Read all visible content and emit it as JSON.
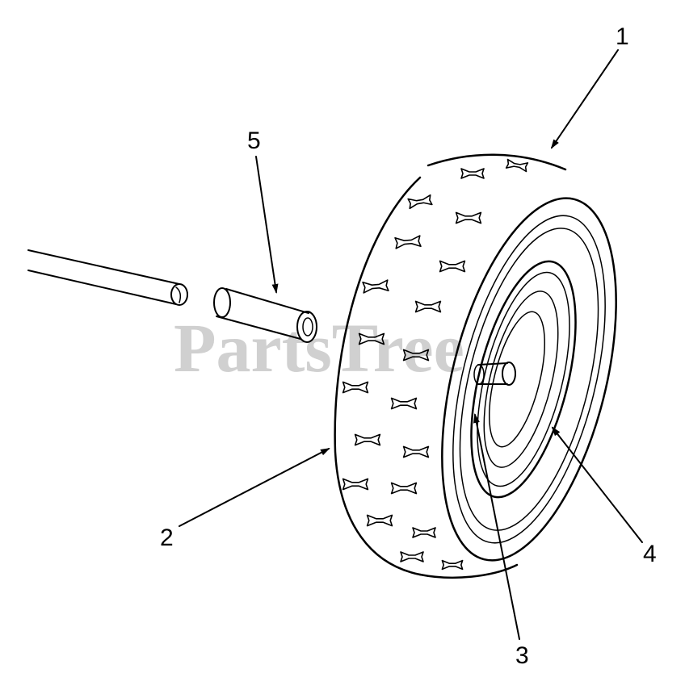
{
  "watermark": "PartsTree",
  "callouts": {
    "c1": "1",
    "c2": "2",
    "c3": "3",
    "c4": "4",
    "c5": "5"
  },
  "parts": [
    {
      "id": "tire",
      "icon": "tire-icon"
    },
    {
      "id": "wheel-rim",
      "icon": "rim-icon"
    },
    {
      "id": "axle",
      "icon": "axle-icon"
    },
    {
      "id": "spacer-bushing",
      "icon": "bushing-icon"
    }
  ]
}
